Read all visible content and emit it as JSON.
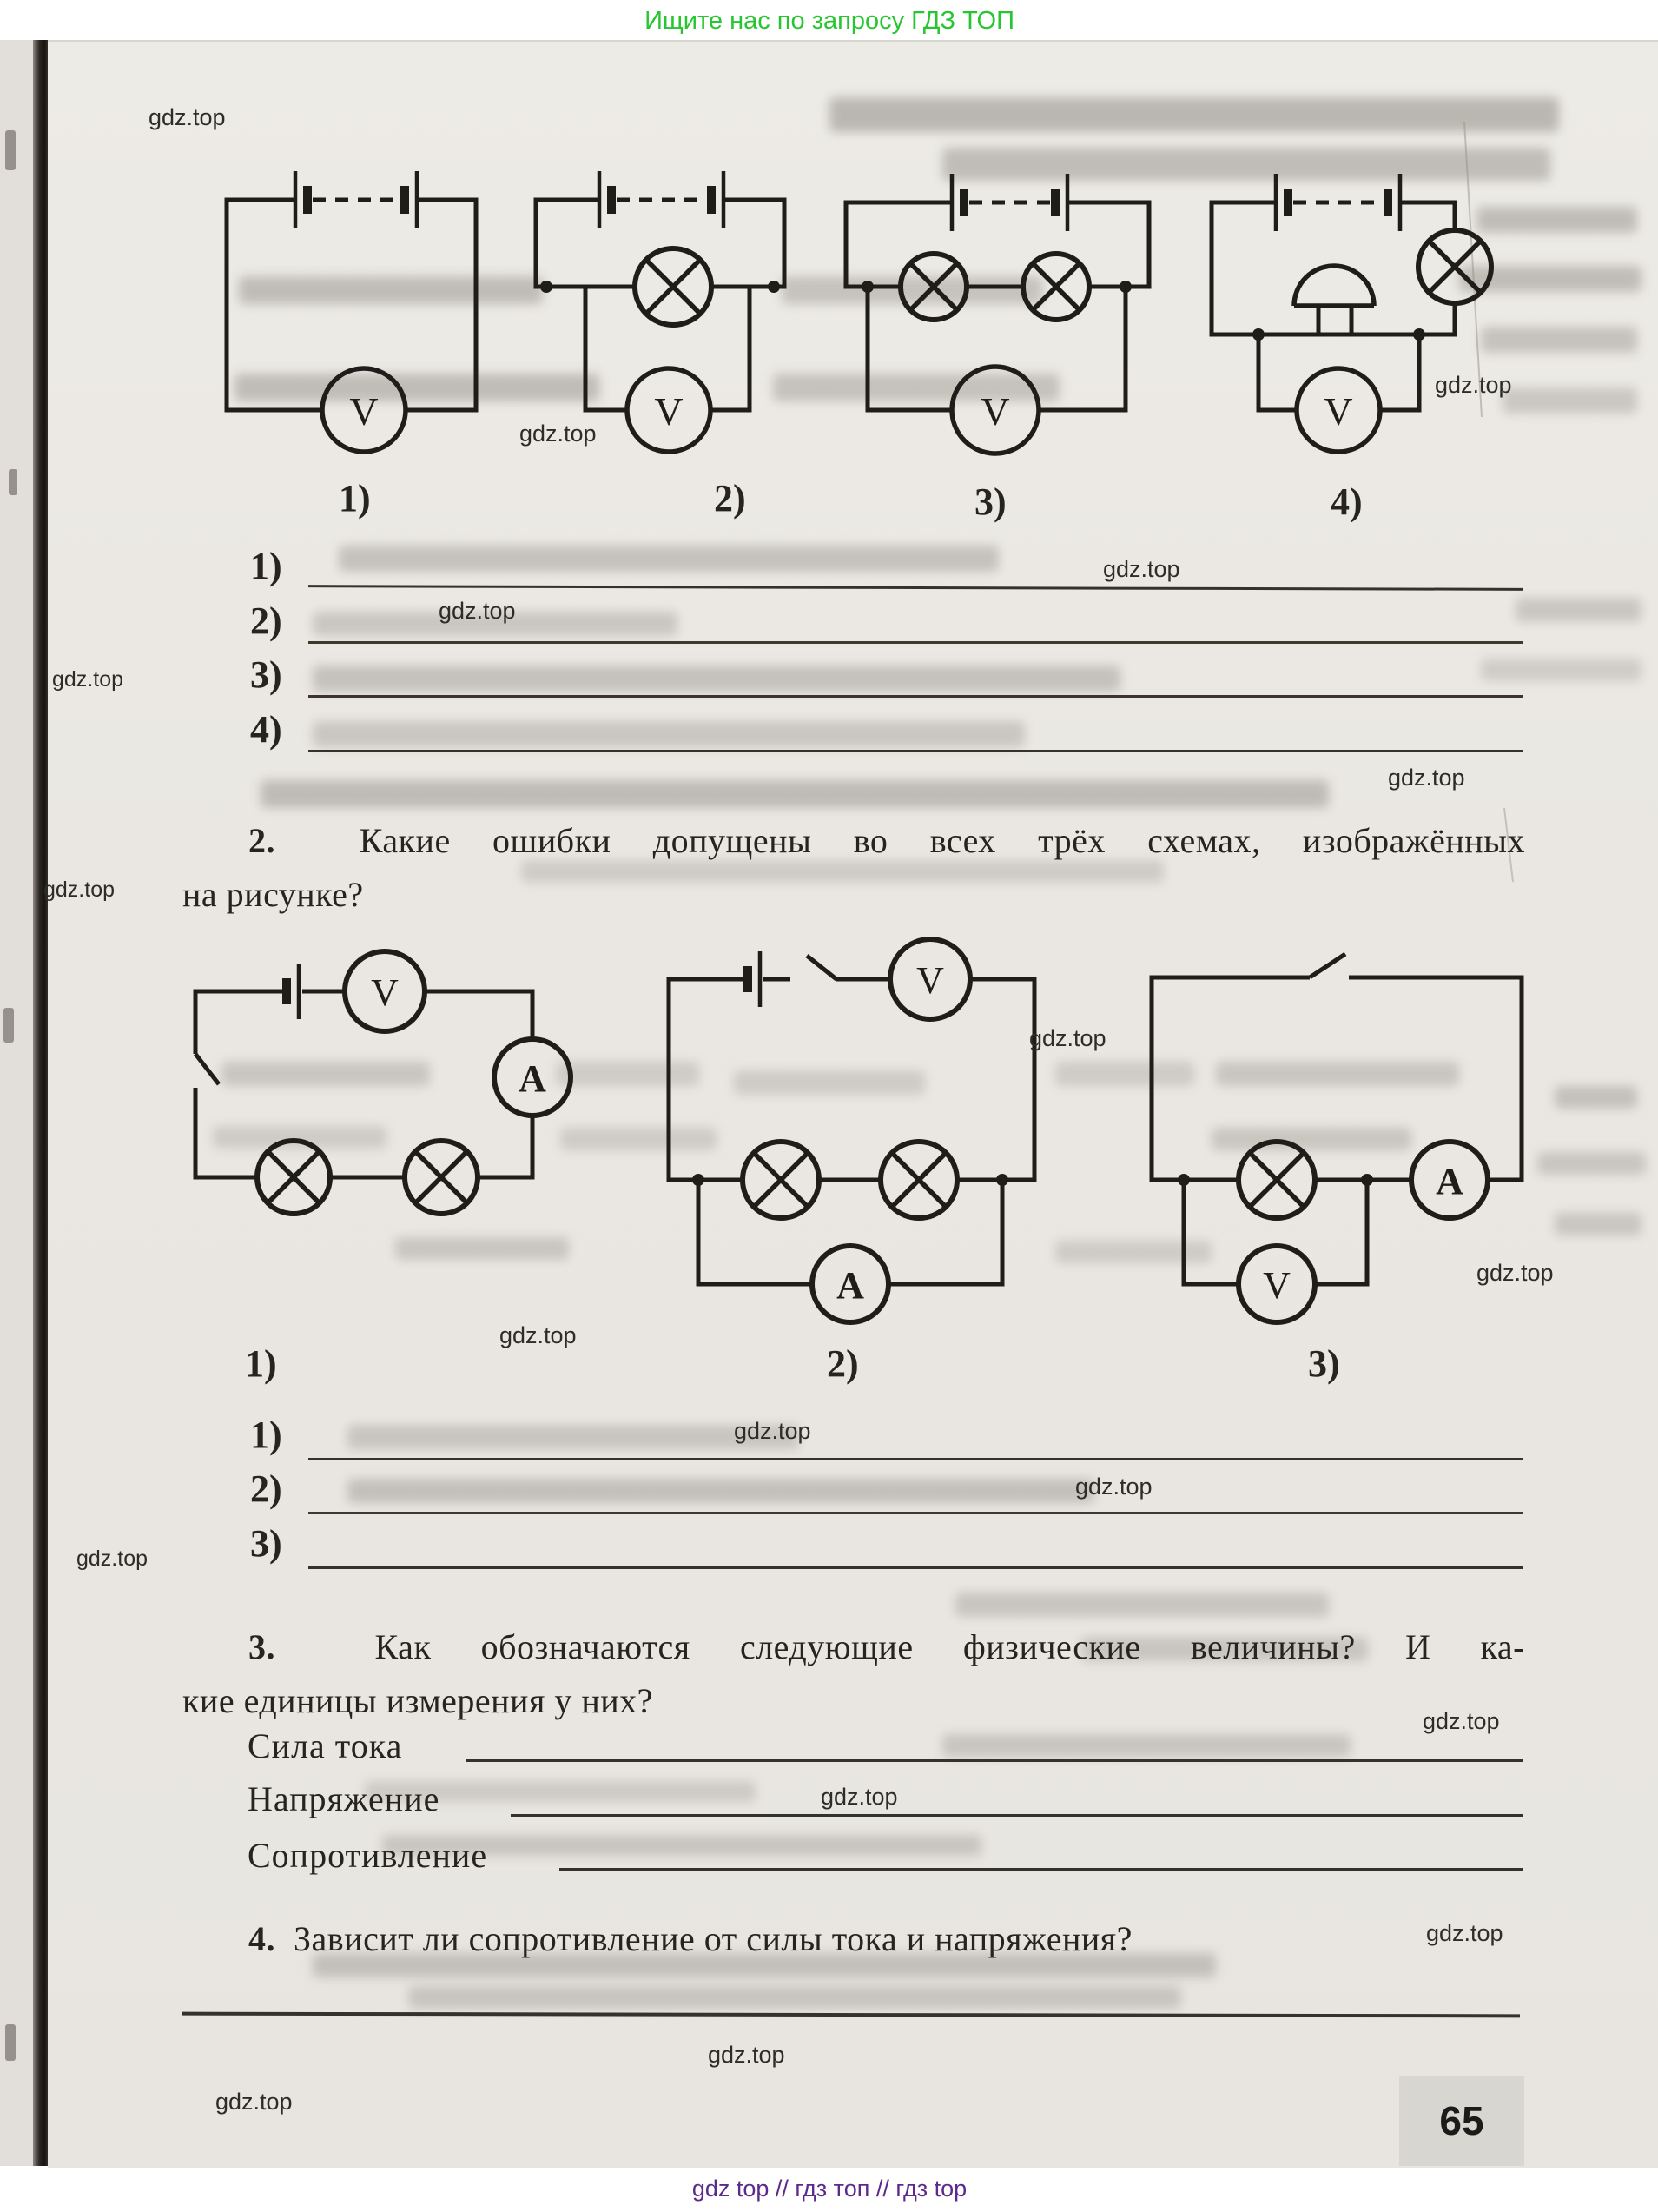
{
  "promo_top": {
    "text": "Ищите нас по запросу ГДЗ ТОП",
    "color": "#27c631"
  },
  "promo_bottom": {
    "text": "gdz top  //  гдз топ  //  гдз top",
    "color": "#5b2a8c"
  },
  "watermark": {
    "text": "gdz.top"
  },
  "page": {
    "number": "65"
  },
  "meters": {
    "voltmeter": "V",
    "ammeter": "A"
  },
  "figure1": {
    "labels": [
      "1)",
      "2)",
      "3)",
      "4)"
    ]
  },
  "figure2": {
    "labels": [
      "1)",
      "2)",
      "3)"
    ]
  },
  "answers1": {
    "labels": [
      "1)",
      "2)",
      "3)",
      "4)"
    ]
  },
  "answers2": {
    "labels": [
      "1)",
      "2)",
      "3)"
    ]
  },
  "questions": {
    "q2": {
      "number": "2.",
      "line1": "Какие ошибки допущены во всех трёх схемах, изображённых",
      "line2": "на рисунке?"
    },
    "q3": {
      "number": "3.",
      "line1": "Как обозначаются следующие физические величины? И ка-",
      "line2": "кие единицы измерения у них?"
    },
    "q4": {
      "number": "4.",
      "text": "Зависит ли сопротивление от силы тока и напряжения?"
    }
  },
  "fields": {
    "labels": [
      "Сила тока",
      "Напряжение",
      "Сопротивление"
    ]
  }
}
